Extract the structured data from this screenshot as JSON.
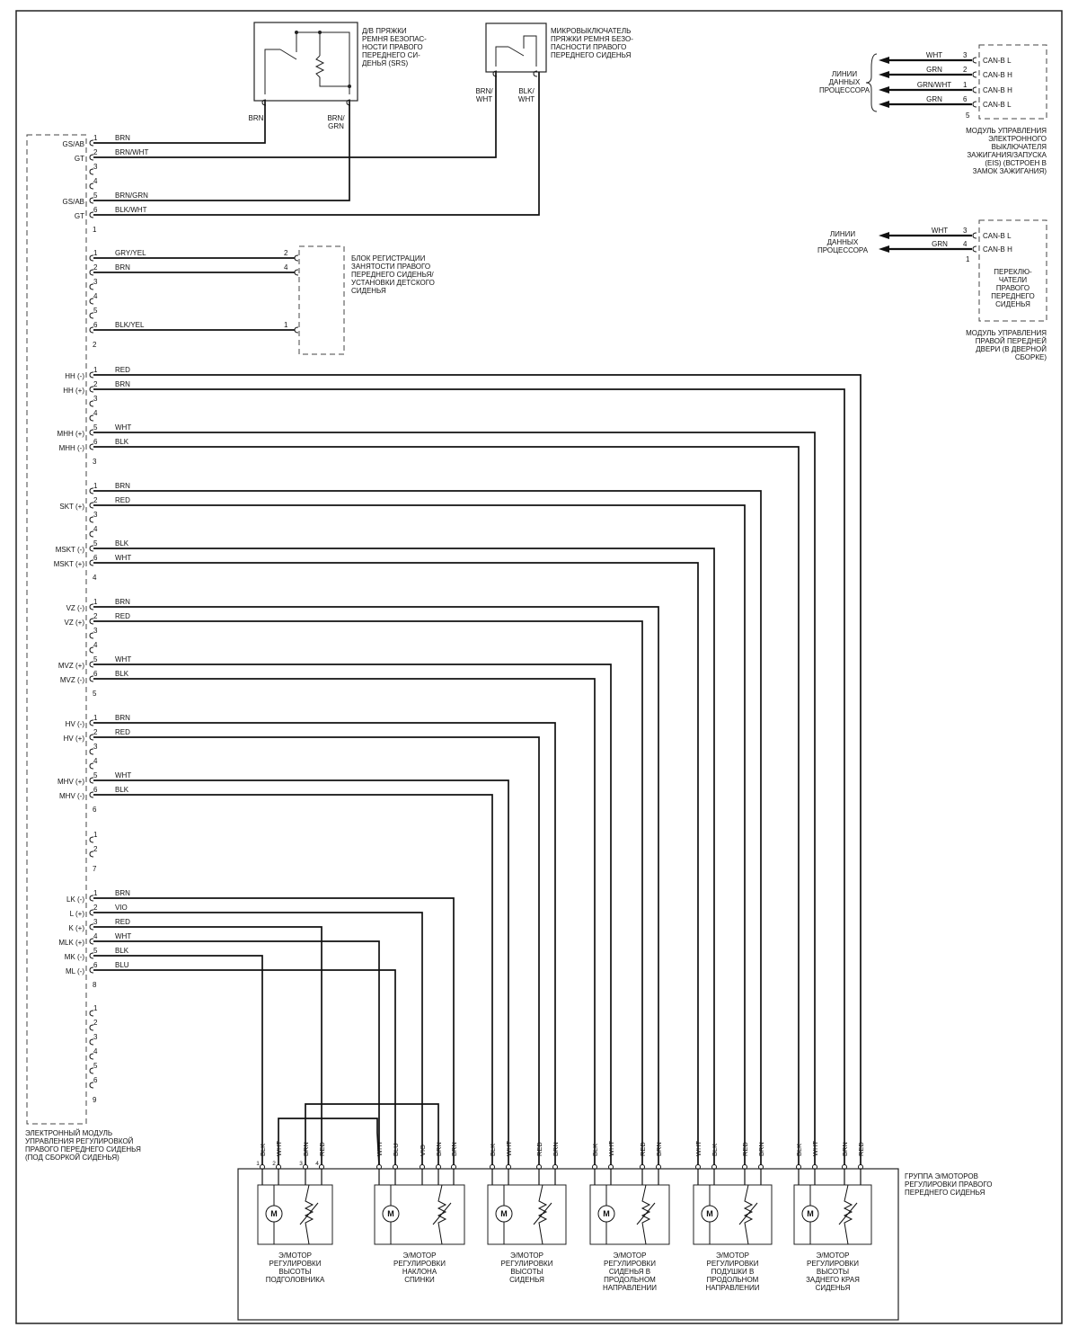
{
  "seat_module": {
    "caption": "ЭЛЕКТРОННЫЙ МОДУЛЬ\nУПРАВЛЕНИЯ РЕГУЛИРОВКОЙ\nПРАВОГО ПЕРЕДНЕГО СИДЕНЬЯ\n(ПОД СБОРКОЙ СИДЕНЬЯ)",
    "connectors": [
      {
        "id": "1",
        "pins": [
          {
            "no": "1",
            "label": "GS/AB",
            "wire": "BRN"
          },
          {
            "no": "2",
            "label": "GT",
            "wire": "BRN/WHT"
          },
          {
            "no": "3",
            "label": "",
            "wire": ""
          },
          {
            "no": "4",
            "label": "",
            "wire": ""
          },
          {
            "no": "5",
            "label": "GS/AB",
            "wire": "BRN/GRN"
          },
          {
            "no": "6",
            "label": "GT",
            "wire": "BLK/WHT"
          }
        ]
      },
      {
        "id": "2",
        "pins": [
          {
            "no": "1",
            "label": "",
            "wire": "GRY/YEL"
          },
          {
            "no": "2",
            "label": "",
            "wire": "BRN"
          },
          {
            "no": "3",
            "label": "",
            "wire": ""
          },
          {
            "no": "4",
            "label": "",
            "wire": ""
          },
          {
            "no": "5",
            "label": "",
            "wire": ""
          },
          {
            "no": "6",
            "label": "",
            "wire": "BLK/YEL"
          }
        ]
      },
      {
        "id": "3",
        "pins": [
          {
            "no": "1",
            "label": "HH (-)",
            "wire": "RED"
          },
          {
            "no": "2",
            "label": "HH (+)",
            "wire": "BRN"
          },
          {
            "no": "3",
            "label": "",
            "wire": ""
          },
          {
            "no": "4",
            "label": "",
            "wire": ""
          },
          {
            "no": "5",
            "label": "MHH (+)",
            "wire": "WHT"
          },
          {
            "no": "6",
            "label": "MHH (-)",
            "wire": "BLK"
          }
        ]
      },
      {
        "id": "4",
        "pins": [
          {
            "no": "1",
            "label": "",
            "wire": "BRN"
          },
          {
            "no": "2",
            "label": "SKT (+)",
            "wire": "RED"
          },
          {
            "no": "3",
            "label": "",
            "wire": ""
          },
          {
            "no": "4",
            "label": "",
            "wire": ""
          },
          {
            "no": "5",
            "label": "MSKT (-)",
            "wire": "BLK"
          },
          {
            "no": "6",
            "label": "MSKT (+)",
            "wire": "WHT"
          }
        ]
      },
      {
        "id": "5",
        "pins": [
          {
            "no": "1",
            "label": "VZ (-)",
            "wire": "BRN"
          },
          {
            "no": "2",
            "label": "VZ (+)",
            "wire": "RED"
          },
          {
            "no": "3",
            "label": "",
            "wire": ""
          },
          {
            "no": "4",
            "label": "",
            "wire": ""
          },
          {
            "no": "5",
            "label": "MVZ (+)",
            "wire": "WHT"
          },
          {
            "no": "6",
            "label": "MVZ (-)",
            "wire": "BLK"
          }
        ]
      },
      {
        "id": "6",
        "pins": [
          {
            "no": "1",
            "label": "HV (-)",
            "wire": "BRN"
          },
          {
            "no": "2",
            "label": "HV (+)",
            "wire": "RED"
          },
          {
            "no": "3",
            "label": "",
            "wire": ""
          },
          {
            "no": "4",
            "label": "",
            "wire": ""
          },
          {
            "no": "5",
            "label": "MHV (+)",
            "wire": "WHT"
          },
          {
            "no": "6",
            "label": "MHV (-)",
            "wire": "BLK"
          }
        ]
      },
      {
        "id": "7",
        "pins": [
          {
            "no": "1",
            "label": "",
            "wire": ""
          },
          {
            "no": "2",
            "label": "",
            "wire": ""
          }
        ]
      },
      {
        "id": "8",
        "pins": [
          {
            "no": "1",
            "label": "LK (-)",
            "wire": "BRN"
          },
          {
            "no": "2",
            "label": "L (+)",
            "wire": "VIO"
          },
          {
            "no": "3",
            "label": "K (+)",
            "wire": "RED"
          },
          {
            "no": "4",
            "label": "MLK (+)",
            "wire": "WHT"
          },
          {
            "no": "5",
            "label": "MK (-)",
            "wire": "BLK"
          },
          {
            "no": "6",
            "label": "ML (-)",
            "wire": "BLU"
          }
        ]
      },
      {
        "id": "9",
        "pins": [
          {
            "no": "1",
            "label": "",
            "wire": ""
          },
          {
            "no": "2",
            "label": "",
            "wire": ""
          },
          {
            "no": "3",
            "label": "",
            "wire": ""
          },
          {
            "no": "4",
            "label": "",
            "wire": ""
          },
          {
            "no": "5",
            "label": "",
            "wire": ""
          },
          {
            "no": "6",
            "label": "",
            "wire": ""
          }
        ]
      }
    ]
  },
  "buckle_sensor": {
    "caption": "Д/В ПРЯЖКИ\nРЕМНЯ БЕЗОПАС-\nНОСТИ ПРАВОГО\nПЕРЕДНЕГО СИ-\nДЕНЬЯ (SRS)",
    "wire_left": "BRN",
    "wire_right": "BRN/\nGRN"
  },
  "buckle_switch": {
    "caption": "МИКРОВЫКЛЮЧАТЕЛЬ\nПРЯЖКИ РЕМНЯ БЕЗО-\nПАСНОСТИ ПРАВОГО\nПЕРЕДНЕГО СИДЕНЬЯ",
    "wire_left": "BRN/\nWHT",
    "wire_right": "BLK/\nWHT"
  },
  "occupancy_block": {
    "caption": "БЛОК РЕГИСТРАЦИИ\nЗАНЯТОСТИ ПРАВОГО\nПЕРЕДНЕГО СИДЕНЬЯ/\nУСТАНОВКИ ДЕТСКОГО\nСИДЕНЬЯ",
    "pins": [
      "2",
      "4",
      "1"
    ]
  },
  "eis_module": {
    "data_lines_label": "ЛИНИИ\nДАННЫХ\nПРОЦЕССОРА",
    "caption": "МОДУЛЬ УПРАВЛЕНИЯ\nЭЛЕКТРОННОГО\nВЫКЛЮЧАТЕЛЯ\nЗАЖИГАНИЯ/ЗАПУСКА\n(EIS) (ВСТРОЕН В\nЗАМОК ЗАЖИГАНИЯ)",
    "lines": [
      {
        "wire": "WHT",
        "pin": "3",
        "signal": "CAN-B L"
      },
      {
        "wire": "GRN",
        "pin": "2",
        "signal": "CAN-B H"
      },
      {
        "wire": "GRN/WHT",
        "pin": "1",
        "signal": "CAN-B H"
      },
      {
        "wire": "GRN",
        "pin": "6",
        "signal": "CAN-B L"
      }
    ],
    "connector_no": "5"
  },
  "door_module": {
    "data_lines_label": "ЛИНИИ\nДАННЫХ\nПРОЦЕССОРА",
    "lines": [
      {
        "wire": "WHT",
        "pin": "3",
        "signal": "CAN-B L"
      },
      {
        "wire": "GRN",
        "pin": "4",
        "signal": "CAN-B H"
      }
    ],
    "connector_no": "1",
    "inner_label": "ПЕРЕКЛЮ-\nЧАТЕЛИ\nПРАВОГО\nПЕРЕДНЕГО\nСИДЕНЬЯ",
    "caption": "МОДУЛЬ УПРАВЛЕНИЯ\nПРАВОЙ ПЕРЕДНЕЙ\nДВЕРИ (В ДВЕРНОЙ\nСБОРКЕ)"
  },
  "motor_group": {
    "caption": "ГРУППА Э/МОТОРОВ\nРЕГУЛИРОВКИ ПРАВОГО\nПЕРЕДНЕГО СИДЕНЬЯ",
    "motor_symbol": "M",
    "motors": [
      {
        "name": "Э/МОТОР\nРЕГУЛИРОВКИ\nВЫСОТЫ\nПОДГОЛОВНИКА",
        "wires": [
          "BLK",
          "WHT",
          "BRN",
          "RED"
        ],
        "pins": [
          "1",
          "2",
          "3",
          "4"
        ]
      },
      {
        "name": "Э/МОТОР\nРЕГУЛИРОВКИ\nНАКЛОНА\nСПИНКИ",
        "wires": [
          "WHT",
          "BLU",
          "VIO",
          "BRN",
          "BRN"
        ],
        "pins": [
          "",
          "",
          "",
          "",
          ""
        ]
      },
      {
        "name": "Э/МОТОР\nРЕГУЛИРОВКИ\nВЫСОТЫ\nСИДЕНЬЯ",
        "wires": [
          "BLK",
          "WHT",
          "RED",
          "BRN"
        ],
        "pins": [
          "",
          "",
          "",
          ""
        ]
      },
      {
        "name": "Э/МОТОР\nРЕГУЛИРОВКИ\nСИДЕНЬЯ В\nПРОДОЛЬНОМ\nНАПРАВЛЕНИИ",
        "wires": [
          "BLK",
          "WHT",
          "RED",
          "BRN"
        ],
        "pins": [
          "",
          "",
          "",
          ""
        ]
      },
      {
        "name": "Э/МОТОР\nРЕГУЛИРОВКИ\nПОДУШКИ В\nПРОДОЛЬНОМ\nНАПРАВЛЕНИИ",
        "wires": [
          "WHT",
          "BLK",
          "RED",
          "BRN"
        ],
        "pins": [
          "",
          "",
          "",
          ""
        ]
      },
      {
        "name": "Э/МОТОР\nРЕГУЛИРОВКИ\nВЫСОТЫ\nЗАДНЕГО КРАЯ\nСИДЕНЬЯ",
        "wires": [
          "BLK",
          "WHT",
          "BRN",
          "RED"
        ],
        "pins": [
          "",
          "",
          "",
          ""
        ]
      }
    ]
  }
}
